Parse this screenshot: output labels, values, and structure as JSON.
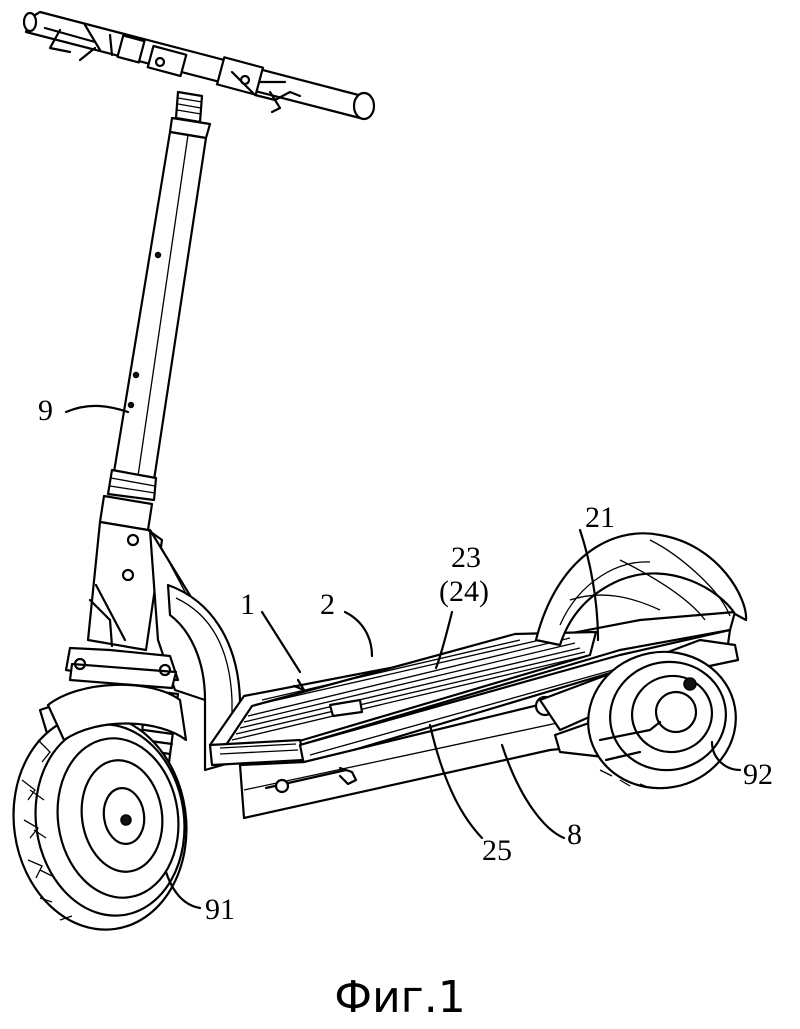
{
  "labels": {
    "l1": "1",
    "l2": "2",
    "l8": "8",
    "l9": "9",
    "l21": "21",
    "l23": "23",
    "l24": "(24)",
    "l25": "25",
    "l91": "91",
    "l92": "92"
  },
  "caption": "Фиг.1"
}
